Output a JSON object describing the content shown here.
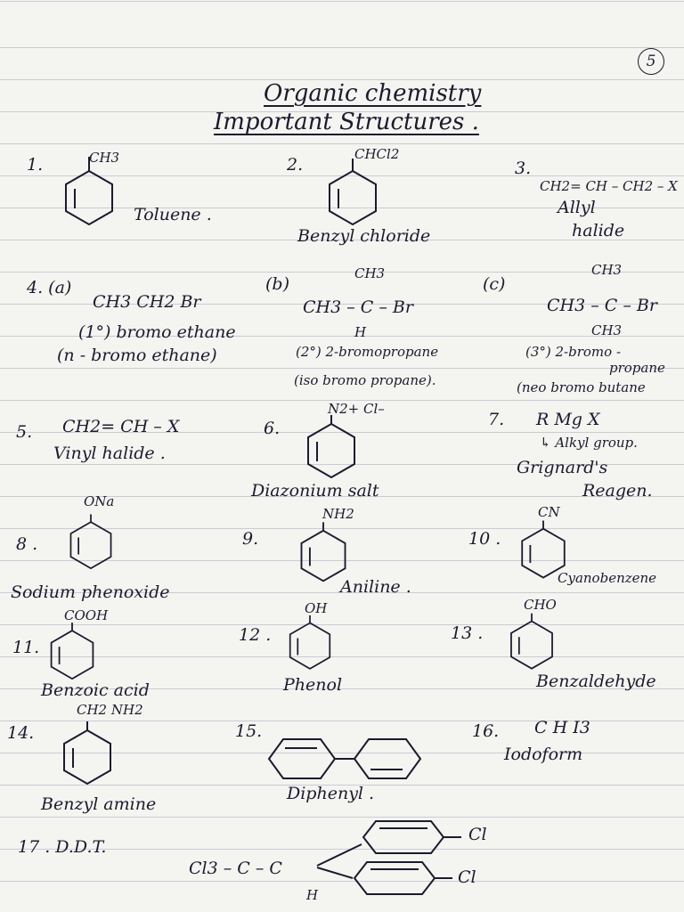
{
  "page_number": "5",
  "title": "Organic chemistry",
  "subtitle": "Important Structures .",
  "entries": {
    "e1": {
      "num": "1.",
      "sub": "CH3",
      "name": "Toluene ."
    },
    "e2": {
      "num": "2.",
      "sub": "CHCl2",
      "name": "Benzyl chloride"
    },
    "e3": {
      "num": "3.",
      "formula": "CH2= CH – CH2 – X",
      "name1": "Allyl",
      "name2": "halide"
    },
    "e4a": {
      "num": "4. (a)",
      "formula": "CH3 CH2 Br",
      "name1": "(1°) bromo ethane",
      "name2": "(n - bromo ethane)"
    },
    "e4b": {
      "num": "(b)",
      "top": "CH3",
      "formula": "CH3 – C – Br",
      "bottom": "H",
      "name1": "(2°) 2-bromopropane",
      "name2": "(iso bromo propane)."
    },
    "e4c": {
      "num": "(c)",
      "top": "CH3",
      "formula": "CH3 – C – Br",
      "bottom": "CH3",
      "name1": "(3°) 2-bromo -",
      "name2": "propane",
      "name3": "(neo bromo butane"
    },
    "e5": {
      "num": "5.",
      "formula": "CH2= CH – X",
      "name": "Vinyl halide ."
    },
    "e6": {
      "num": "6.",
      "sub": "N2+ Cl–",
      "name": "Diazonium salt"
    },
    "e7": {
      "num": "7.",
      "formula": "R Mg X",
      "note": "↳ Alkyl group.",
      "name1": "Grignard's",
      "name2": "Reagen."
    },
    "e8": {
      "num": "8 .",
      "sub": "ONa",
      "name": "Sodium phenoxide"
    },
    "e9": {
      "num": "9.",
      "sub": "NH2",
      "name": "Aniline ."
    },
    "e10": {
      "num": "10 .",
      "sub": "CN",
      "name": "Cyanobenzene"
    },
    "e11": {
      "num": "11.",
      "sub": "COOH",
      "name": "Benzoic acid"
    },
    "e12": {
      "num": "12 .",
      "sub": "OH",
      "name": "Phenol"
    },
    "e13": {
      "num": "13 .",
      "sub": "CHO",
      "name": "Benzaldehyde"
    },
    "e14": {
      "num": "14.",
      "sub": "CH2 NH2",
      "name": "Benzyl amine"
    },
    "e15": {
      "num": "15.",
      "name": "Diphenyl ."
    },
    "e16": {
      "num": "16.",
      "formula": "C H I3",
      "name": "Iodoform"
    },
    "e17": {
      "num": "17 . D.D.T.",
      "left": "Cl3 – C – C",
      "h": "H",
      "cl1": "Cl",
      "cl2": "Cl"
    }
  }
}
